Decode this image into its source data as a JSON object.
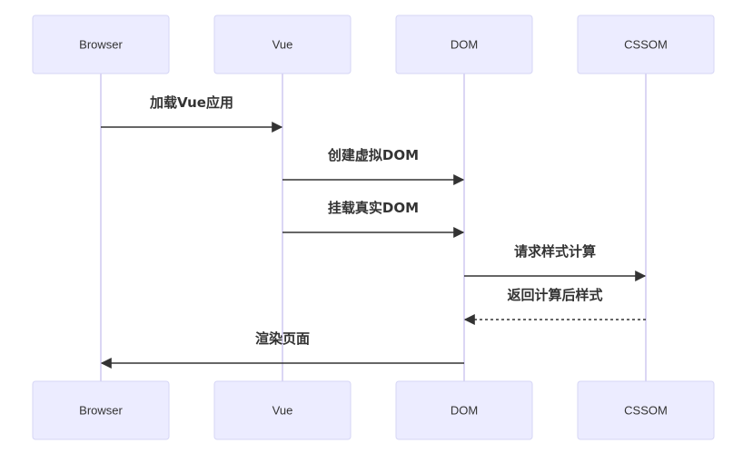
{
  "actors": [
    {
      "id": "browser",
      "label": "Browser"
    },
    {
      "id": "vue",
      "label": "Vue"
    },
    {
      "id": "dom",
      "label": "DOM"
    },
    {
      "id": "cssom",
      "label": "CSSOM"
    }
  ],
  "messages": [
    {
      "from": "browser",
      "to": "vue",
      "label": "加载Vue应用",
      "style": "solid"
    },
    {
      "from": "vue",
      "to": "dom",
      "label": "创建虚拟DOM",
      "style": "solid"
    },
    {
      "from": "vue",
      "to": "dom",
      "label": "挂载真实DOM",
      "style": "solid"
    },
    {
      "from": "dom",
      "to": "cssom",
      "label": "请求样式计算",
      "style": "solid"
    },
    {
      "from": "cssom",
      "to": "dom",
      "label": "返回计算后样式",
      "style": "dashed"
    },
    {
      "from": "dom",
      "to": "browser",
      "label": "渲染页面",
      "style": "solid"
    }
  ]
}
